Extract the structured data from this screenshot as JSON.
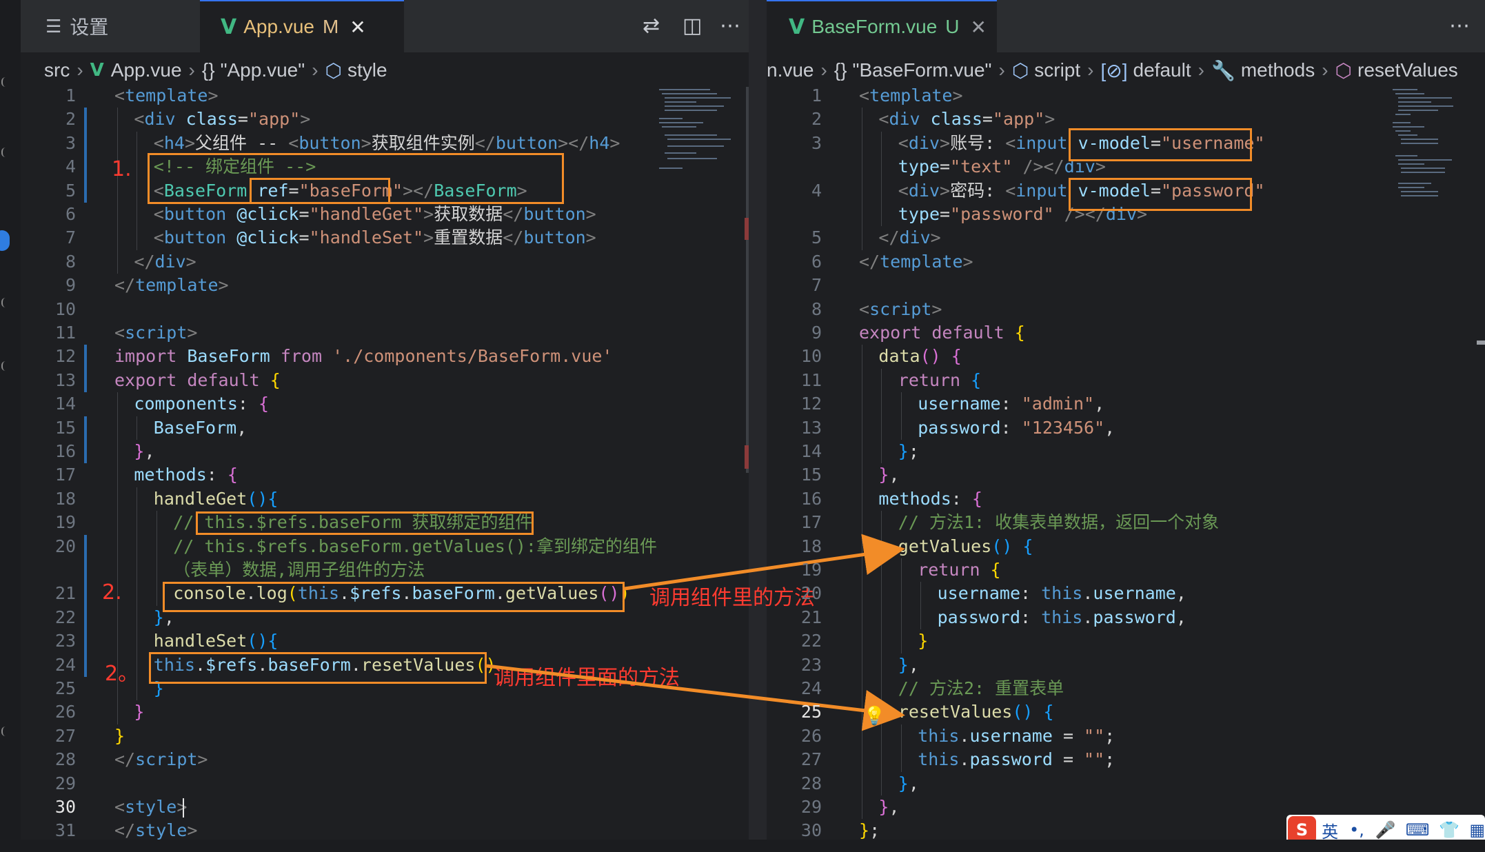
{
  "left_tabs": [
    {
      "icon": "list-icon",
      "label": "设置",
      "flag": ""
    },
    {
      "icon": "vue-icon",
      "label": "App.vue",
      "flag": "M"
    }
  ],
  "right_tabs": [
    {
      "icon": "vue-icon",
      "label": "BaseForm.vue",
      "flag": "U"
    }
  ],
  "left_breadcrumb": [
    "src",
    "App.vue",
    "\"App.vue\"",
    "style"
  ],
  "right_breadcrumb": [
    "n.vue",
    "\"BaseForm.vue\"",
    "script",
    "default",
    "methods",
    "resetValues"
  ],
  "left_line_numbers": [
    "1",
    "2",
    "3",
    "4",
    "5",
    "6",
    "7",
    "8",
    "9",
    "10",
    "11",
    "12",
    "13",
    "14",
    "15",
    "16",
    "17",
    "18",
    "19",
    "20",
    "",
    "21",
    "22",
    "23",
    "24",
    "25",
    "26",
    "27",
    "28",
    "29",
    "30",
    "31"
  ],
  "right_line_numbers": [
    "1",
    "2",
    "3",
    "",
    "4",
    "",
    "5",
    "6",
    "7",
    "8",
    "9",
    "10",
    "11",
    "12",
    "13",
    "14",
    "15",
    "16",
    "17",
    "18",
    "19",
    "20",
    "21",
    "22",
    "23",
    "24",
    "25",
    "26",
    "27",
    "28",
    "29",
    "30"
  ],
  "left_current_line": "30",
  "right_current_line": "25",
  "left_code": [
    {
      "i": 0,
      "t": [
        [
          "tag",
          "<"
        ],
        [
          "tn",
          "template"
        ],
        [
          "tag",
          ">"
        ]
      ]
    },
    {
      "i": 1,
      "t": [
        [
          "tag",
          "<"
        ],
        [
          "tn",
          "div"
        ],
        [
          "at",
          " class"
        ],
        [
          "plain",
          "="
        ],
        [
          "str",
          "\"app\""
        ],
        [
          "tag",
          ">"
        ]
      ]
    },
    {
      "i": 2,
      "t": [
        [
          "tag",
          "<"
        ],
        [
          "tn",
          "h4"
        ],
        [
          "tag",
          ">"
        ],
        [
          "plain",
          "父组件 -- "
        ],
        [
          "tag",
          "<"
        ],
        [
          "tn",
          "button"
        ],
        [
          "tag",
          ">"
        ],
        [
          "plain",
          "获取组件实例"
        ],
        [
          "tag",
          "</"
        ],
        [
          "tn",
          "button"
        ],
        [
          "tag",
          "></"
        ],
        [
          "tn",
          "h4"
        ],
        [
          "tag",
          ">"
        ]
      ]
    },
    {
      "i": 2,
      "t": [
        [
          "cm",
          "<!-- 绑定组件 -->"
        ]
      ]
    },
    {
      "i": 2,
      "t": [
        [
          "tag",
          "<"
        ],
        [
          "cls",
          "BaseForm"
        ],
        [
          "plain",
          " "
        ],
        [
          "at",
          "ref"
        ],
        [
          "plain",
          "="
        ],
        [
          "str",
          "\"baseForm\""
        ],
        [
          "tag",
          "></"
        ],
        [
          "cls",
          "BaseForm"
        ],
        [
          "tag",
          ">"
        ]
      ]
    },
    {
      "i": 2,
      "t": [
        [
          "tag",
          "<"
        ],
        [
          "tn",
          "button"
        ],
        [
          "at",
          " @click"
        ],
        [
          "plain",
          "="
        ],
        [
          "str",
          "\"handleGet\""
        ],
        [
          "tag",
          ">"
        ],
        [
          "plain",
          "获取数据"
        ],
        [
          "tag",
          "</"
        ],
        [
          "tn",
          "button"
        ],
        [
          "tag",
          ">"
        ]
      ]
    },
    {
      "i": 2,
      "t": [
        [
          "tag",
          "<"
        ],
        [
          "tn",
          "button"
        ],
        [
          "at",
          " @click"
        ],
        [
          "plain",
          "="
        ],
        [
          "str",
          "\"handleSet\""
        ],
        [
          "tag",
          ">"
        ],
        [
          "plain",
          "重置数据"
        ],
        [
          "tag",
          "</"
        ],
        [
          "tn",
          "button"
        ],
        [
          "tag",
          ">"
        ]
      ]
    },
    {
      "i": 1,
      "t": [
        [
          "tag",
          "</"
        ],
        [
          "tn",
          "div"
        ],
        [
          "tag",
          ">"
        ]
      ]
    },
    {
      "i": 0,
      "t": [
        [
          "tag",
          "</"
        ],
        [
          "tn",
          "template"
        ],
        [
          "tag",
          ">"
        ]
      ]
    },
    {
      "i": 0,
      "t": []
    },
    {
      "i": 0,
      "t": [
        [
          "tag",
          "<"
        ],
        [
          "tn",
          "script"
        ],
        [
          "tag",
          ">"
        ]
      ]
    },
    {
      "i": 0,
      "t": [
        [
          "kw",
          "import"
        ],
        [
          "prop",
          " BaseForm "
        ],
        [
          "kw",
          "from"
        ],
        [
          "str",
          " './components/BaseForm.vue'"
        ]
      ]
    },
    {
      "i": 0,
      "t": [
        [
          "kw",
          "export default"
        ],
        [
          "br1",
          " {"
        ]
      ]
    },
    {
      "i": 1,
      "t": [
        [
          "prop",
          "components"
        ],
        [
          "plain",
          ": "
        ],
        [
          "br2",
          "{"
        ]
      ]
    },
    {
      "i": 2,
      "t": [
        [
          "prop",
          "BaseForm"
        ],
        [
          "plain",
          ","
        ]
      ]
    },
    {
      "i": 1,
      "t": [
        [
          "br2",
          "}"
        ],
        [
          "plain",
          ","
        ]
      ]
    },
    {
      "i": 1,
      "t": [
        [
          "prop",
          "methods"
        ],
        [
          "plain",
          ": "
        ],
        [
          "br2",
          "{"
        ]
      ]
    },
    {
      "i": 2,
      "t": [
        [
          "fn",
          "handleGet"
        ],
        [
          "br3",
          "(){"
        ]
      ]
    },
    {
      "i": 3,
      "t": [
        [
          "cm",
          "// this.$refs.baseForm 获取绑定的组件"
        ]
      ]
    },
    {
      "i": 3,
      "t": [
        [
          "cm",
          "// this.$refs.baseForm.getValues():拿到绑定的组件"
        ]
      ]
    },
    {
      "i": 3,
      "t": [
        [
          "cm",
          "（表单）数据,调用子组件的方法"
        ]
      ]
    },
    {
      "i": 3,
      "t": [
        [
          "fn",
          "console"
        ],
        [
          "plain",
          "."
        ],
        [
          "fn",
          "log"
        ],
        [
          "br1",
          "("
        ],
        [
          "kb",
          "this"
        ],
        [
          "plain",
          "."
        ],
        [
          "prop",
          "$refs"
        ],
        [
          "plain",
          "."
        ],
        [
          "prop",
          "baseForm"
        ],
        [
          "plain",
          "."
        ],
        [
          "fn",
          "getValues"
        ],
        [
          "br2",
          "()"
        ],
        [
          "br1",
          ")"
        ]
      ]
    },
    {
      "i": 2,
      "t": [
        [
          "br3",
          "}"
        ],
        [
          "plain",
          ","
        ]
      ]
    },
    {
      "i": 2,
      "t": [
        [
          "fn",
          "handleSet"
        ],
        [
          "br3",
          "(){"
        ]
      ]
    },
    {
      "i": 2,
      "t": [
        [
          "kb",
          "this"
        ],
        [
          "plain",
          "."
        ],
        [
          "prop",
          "$refs"
        ],
        [
          "plain",
          "."
        ],
        [
          "prop",
          "baseForm"
        ],
        [
          "plain",
          "."
        ],
        [
          "fn",
          "resetValues"
        ],
        [
          "br1",
          "()"
        ]
      ]
    },
    {
      "i": 2,
      "t": [
        [
          "br3",
          "}"
        ]
      ]
    },
    {
      "i": 1,
      "t": [
        [
          "br2",
          "}"
        ]
      ]
    },
    {
      "i": 0,
      "t": [
        [
          "br1",
          "}"
        ]
      ]
    },
    {
      "i": 0,
      "t": [
        [
          "tag",
          "</"
        ],
        [
          "tn",
          "script"
        ],
        [
          "tag",
          ">"
        ]
      ]
    },
    {
      "i": 0,
      "t": []
    },
    {
      "i": 0,
      "t": [
        [
          "tag",
          "<"
        ],
        [
          "tn",
          "style"
        ],
        [
          "tag",
          ">"
        ]
      ]
    },
    {
      "i": 0,
      "t": [
        [
          "tag",
          "</"
        ],
        [
          "tn",
          "style"
        ],
        [
          "tag",
          ">"
        ]
      ]
    }
  ],
  "right_code": [
    {
      "i": 0,
      "t": [
        [
          "tag",
          "<"
        ],
        [
          "tn",
          "template"
        ],
        [
          "tag",
          ">"
        ]
      ]
    },
    {
      "i": 1,
      "t": [
        [
          "tag",
          "<"
        ],
        [
          "tn",
          "div"
        ],
        [
          "at",
          " class"
        ],
        [
          "plain",
          "="
        ],
        [
          "str",
          "\"app\""
        ],
        [
          "tag",
          ">"
        ]
      ]
    },
    {
      "i": 2,
      "t": [
        [
          "tag",
          "<"
        ],
        [
          "tn",
          "div"
        ],
        [
          "tag",
          ">"
        ],
        [
          "plain",
          "账号: "
        ],
        [
          "tag",
          "<"
        ],
        [
          "tn",
          "input"
        ],
        [
          "plain",
          " "
        ],
        [
          "at",
          "v-model"
        ],
        [
          "plain",
          "="
        ],
        [
          "str",
          "\"username\""
        ]
      ]
    },
    {
      "i": 2,
      "t": [
        [
          "at",
          "type"
        ],
        [
          "plain",
          "="
        ],
        [
          "str",
          "\"text\""
        ],
        [
          "tag",
          " /></"
        ],
        [
          "tn",
          "div"
        ],
        [
          "tag",
          ">"
        ]
      ]
    },
    {
      "i": 2,
      "t": [
        [
          "tag",
          "<"
        ],
        [
          "tn",
          "div"
        ],
        [
          "tag",
          ">"
        ],
        [
          "plain",
          "密码: "
        ],
        [
          "tag",
          "<"
        ],
        [
          "tn",
          "input"
        ],
        [
          "plain",
          " "
        ],
        [
          "at",
          "v-model"
        ],
        [
          "plain",
          "="
        ],
        [
          "str",
          "\"password\""
        ]
      ]
    },
    {
      "i": 2,
      "t": [
        [
          "at",
          "type"
        ],
        [
          "plain",
          "="
        ],
        [
          "str",
          "\"password\""
        ],
        [
          "tag",
          " /></"
        ],
        [
          "tn",
          "div"
        ],
        [
          "tag",
          ">"
        ]
      ]
    },
    {
      "i": 1,
      "t": [
        [
          "tag",
          "</"
        ],
        [
          "tn",
          "div"
        ],
        [
          "tag",
          ">"
        ]
      ]
    },
    {
      "i": 0,
      "t": [
        [
          "tag",
          "</"
        ],
        [
          "tn",
          "template"
        ],
        [
          "tag",
          ">"
        ]
      ]
    },
    {
      "i": 0,
      "t": []
    },
    {
      "i": 0,
      "t": [
        [
          "tag",
          "<"
        ],
        [
          "tn",
          "script"
        ],
        [
          "tag",
          ">"
        ]
      ]
    },
    {
      "i": 0,
      "t": [
        [
          "kw",
          "export default"
        ],
        [
          "br1",
          " {"
        ]
      ]
    },
    {
      "i": 1,
      "t": [
        [
          "fn",
          "data"
        ],
        [
          "br2",
          "()"
        ],
        [
          "br2",
          " {"
        ]
      ]
    },
    {
      "i": 2,
      "t": [
        [
          "kw",
          "return"
        ],
        [
          "br3",
          " {"
        ]
      ]
    },
    {
      "i": 3,
      "t": [
        [
          "prop",
          "username"
        ],
        [
          "plain",
          ": "
        ],
        [
          "str",
          "\"admin\""
        ],
        [
          "plain",
          ","
        ]
      ]
    },
    {
      "i": 3,
      "t": [
        [
          "prop",
          "password"
        ],
        [
          "plain",
          ": "
        ],
        [
          "str",
          "\"123456\""
        ],
        [
          "plain",
          ","
        ]
      ]
    },
    {
      "i": 2,
      "t": [
        [
          "br3",
          "}"
        ],
        [
          "plain",
          ";"
        ]
      ]
    },
    {
      "i": 1,
      "t": [
        [
          "br2",
          "}"
        ],
        [
          "plain",
          ","
        ]
      ]
    },
    {
      "i": 1,
      "t": [
        [
          "prop",
          "methods"
        ],
        [
          "plain",
          ": "
        ],
        [
          "br2",
          "{"
        ]
      ]
    },
    {
      "i": 2,
      "t": [
        [
          "cm",
          "// 方法1: 收集表单数据，返回一个对象"
        ]
      ]
    },
    {
      "i": 2,
      "t": [
        [
          "fn",
          "getValues"
        ],
        [
          "br3",
          "()"
        ],
        [
          "br3",
          " {"
        ]
      ]
    },
    {
      "i": 3,
      "t": [
        [
          "kw",
          "return"
        ],
        [
          "br1",
          " {"
        ]
      ]
    },
    {
      "i": 4,
      "t": [
        [
          "prop",
          "username"
        ],
        [
          "plain",
          ": "
        ],
        [
          "kb",
          "this"
        ],
        [
          "plain",
          "."
        ],
        [
          "prop",
          "username"
        ],
        [
          "plain",
          ","
        ]
      ]
    },
    {
      "i": 4,
      "t": [
        [
          "prop",
          "password"
        ],
        [
          "plain",
          ": "
        ],
        [
          "kb",
          "this"
        ],
        [
          "plain",
          "."
        ],
        [
          "prop",
          "password"
        ],
        [
          "plain",
          ","
        ]
      ]
    },
    {
      "i": 3,
      "t": [
        [
          "br1",
          "}"
        ]
      ]
    },
    {
      "i": 2,
      "t": [
        [
          "br3",
          "}"
        ],
        [
          "plain",
          ","
        ]
      ]
    },
    {
      "i": 2,
      "t": [
        [
          "cm",
          "// 方法2: 重置表单"
        ]
      ]
    },
    {
      "i": 2,
      "t": [
        [
          "fn",
          "resetValues"
        ],
        [
          "br3",
          "()"
        ],
        [
          "br3",
          " {"
        ]
      ]
    },
    {
      "i": 3,
      "t": [
        [
          "kb",
          "this"
        ],
        [
          "plain",
          "."
        ],
        [
          "prop",
          "username"
        ],
        [
          "plain",
          " = "
        ],
        [
          "str",
          "\"\""
        ],
        [
          "plain",
          ";"
        ]
      ]
    },
    {
      "i": 3,
      "t": [
        [
          "kb",
          "this"
        ],
        [
          "plain",
          "."
        ],
        [
          "prop",
          "password"
        ],
        [
          "plain",
          " = "
        ],
        [
          "str",
          "\"\""
        ],
        [
          "plain",
          ";"
        ]
      ]
    },
    {
      "i": 2,
      "t": [
        [
          "br3",
          "}"
        ],
        [
          "plain",
          ","
        ]
      ]
    },
    {
      "i": 1,
      "t": [
        [
          "br2",
          "}"
        ],
        [
          "plain",
          ","
        ]
      ]
    },
    {
      "i": 0,
      "t": [
        [
          "br1",
          "}"
        ],
        [
          "plain",
          ";"
        ]
      ]
    }
  ],
  "annotations": {
    "mark_1": "1.",
    "mark_2a": "2.",
    "mark_2b": "2。",
    "call_get": "调用组件里的方法",
    "call_reset": "调用组件里面的方法"
  },
  "ime": {
    "label": "英",
    "brand": "S"
  },
  "colors": {
    "highlight": "#f28c28",
    "annotation": "#ff3b30",
    "accent": "#3574f0"
  }
}
